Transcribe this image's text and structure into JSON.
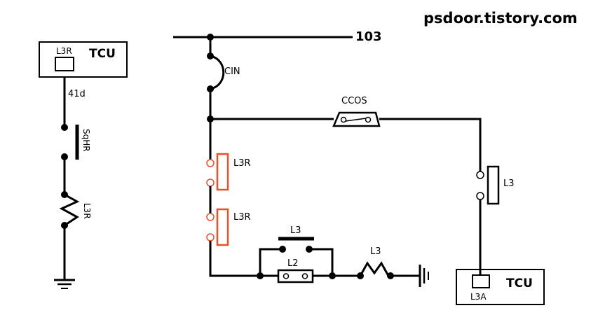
{
  "watermark": "psdoor.tistory.com",
  "bus_label": "103",
  "left_circuit": {
    "tcu_title": "TCU",
    "tcu_contact": "L3R",
    "wire_label": "41d",
    "switch_label": "SqHR",
    "coil_label": "L3R"
  },
  "main_circuit": {
    "fuse_label": "CIN",
    "ccos_label": "CCOS",
    "contact_upper_label": "L3R",
    "contact_lower_label": "L3R",
    "right_contact_label": "L3",
    "nc_switch_label": "L3",
    "l2_contact_label": "L2",
    "coil_label": "L3"
  },
  "right_tcu": {
    "title": "TCU",
    "contact": "L3A"
  },
  "colors": {
    "wire": "#000000",
    "relay_contact": "#e8502a"
  }
}
